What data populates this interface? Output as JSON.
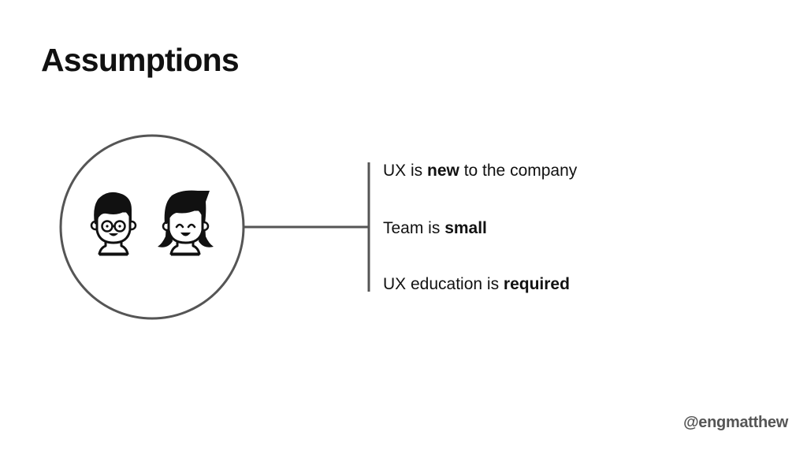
{
  "slide": {
    "title": "Assumptions",
    "handle": "@engmatthew"
  },
  "assumptions": [
    {
      "prefix": "UX is ",
      "emphasis": "new",
      "suffix": " to the company"
    },
    {
      "prefix": "Team is ",
      "emphasis": "small",
      "suffix": ""
    },
    {
      "prefix": "UX education is ",
      "emphasis": "required",
      "suffix": ""
    }
  ],
  "illustration": {
    "icons": [
      "man-with-glasses-icon",
      "smiling-woman-icon"
    ],
    "stroke_color": "#555555",
    "ink_color": "#111111"
  }
}
